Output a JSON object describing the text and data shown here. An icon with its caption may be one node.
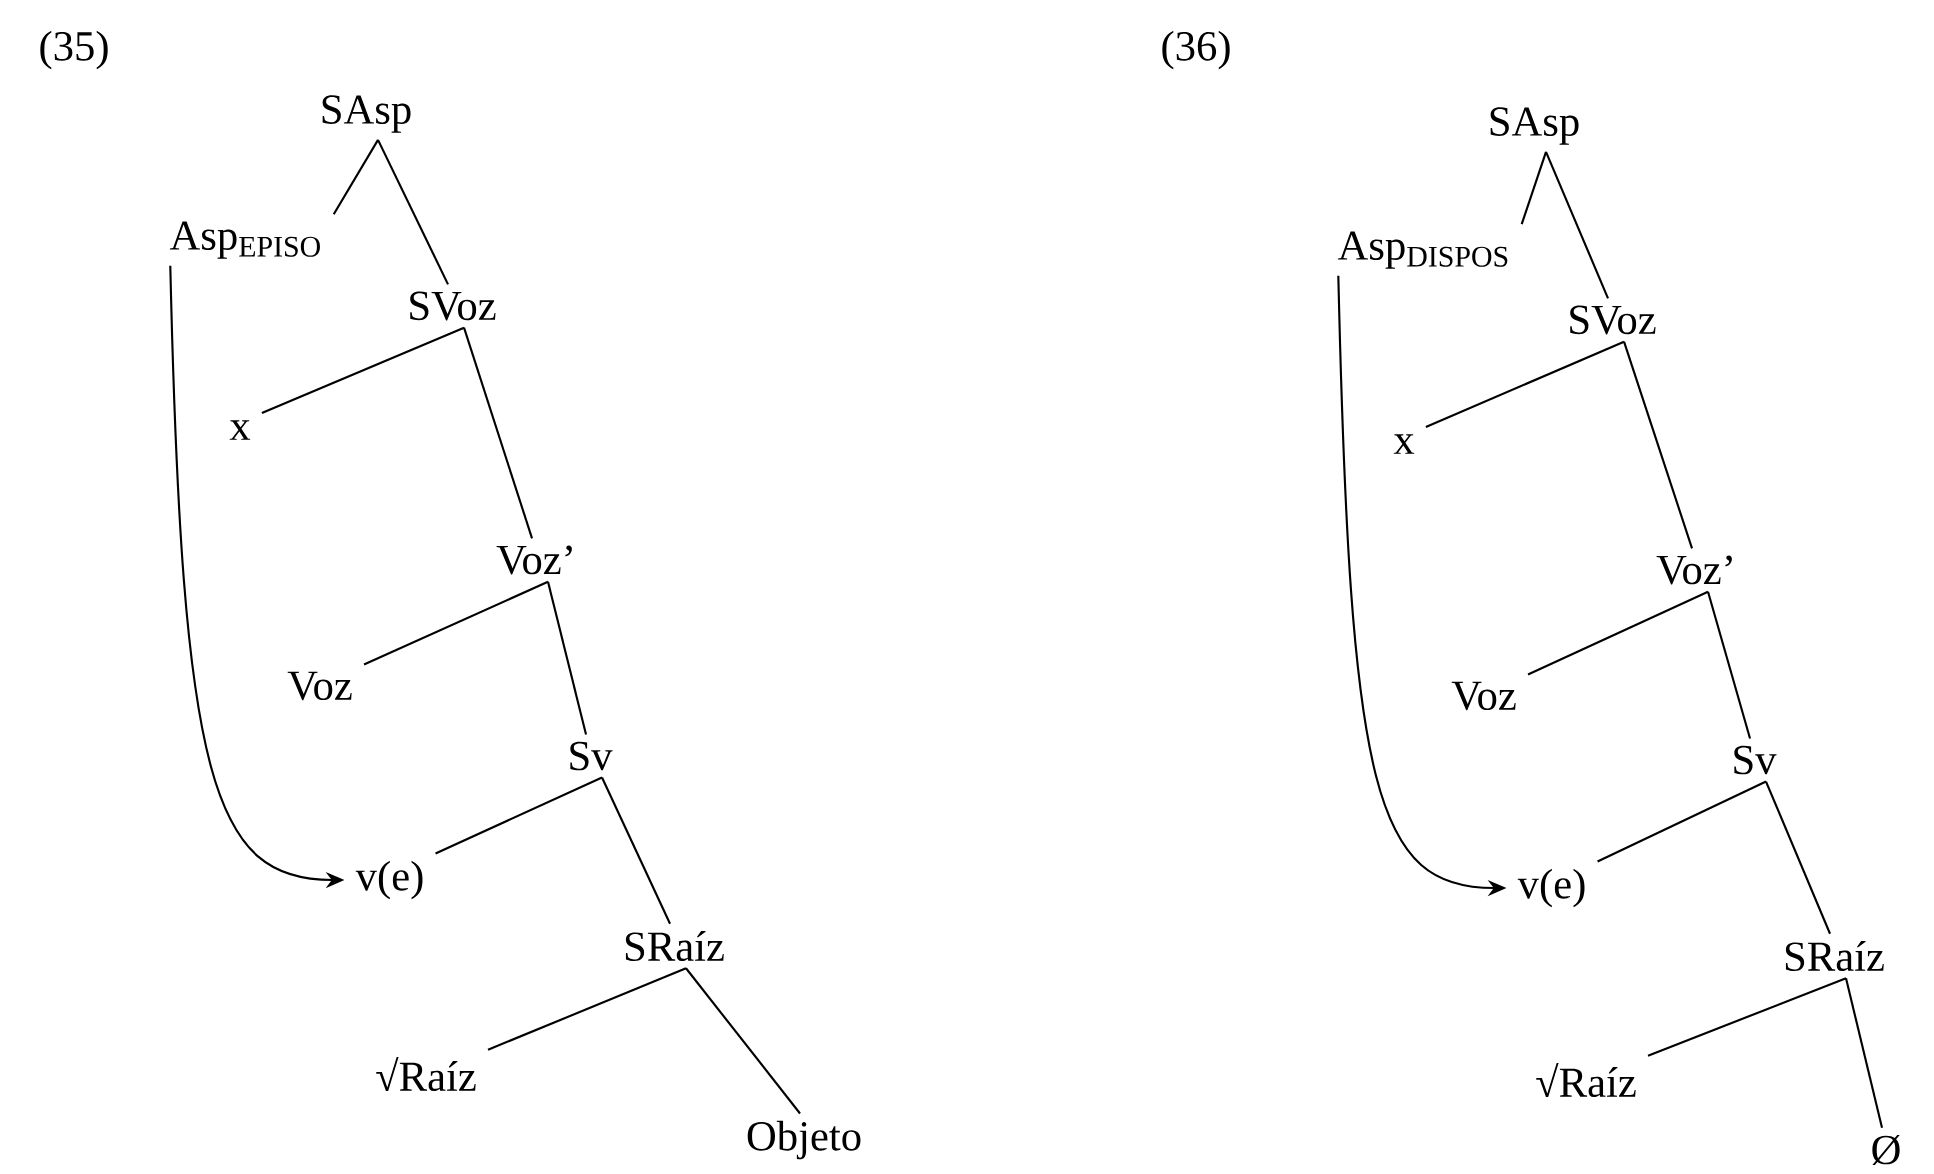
{
  "diagram": {
    "nodes": [
      {
        "text": [
          "SAsp"
        ]
      },
      {
        "text": [
          "Asp$_{EPISO}$"
        ]
      },
      {
        "text": [
          "SVoz"
        ]
      },
      {
        "text": [
          "x"
        ]
      },
      {
        "text": [
          "Voz’"
        ]
      },
      {
        "text": [
          "Voz"
        ]
      },
      {
        "text": [
          "Sv"
        ]
      },
      {
        "text": [
          "v(e)"
        ]
      },
      {
        "text": [
          "SRaíz"
        ]
      },
      {
        "text": [
          "√Raíz"
        ]
      },
      {
        "text": [
          "Objeto"
        ]
      },
      {
        "text": [
          "SAsp"
        ]
      },
      {
        "text": [
          "Asp$_{DISPOS}$"
        ]
      },
      {
        "text": [
          "SVoz"
        ]
      },
      {
        "text": [
          "x"
        ]
      },
      {
        "text": [
          "Voz’"
        ]
      },
      {
        "text": [
          "Voz"
        ]
      },
      {
        "text": [
          "Sv"
        ]
      },
      {
        "text": [
          "v(e)"
        ]
      },
      {
        "text": [
          "SRaíz"
        ]
      },
      {
        "text": [
          "√Raíz"
        ]
      },
      {
        "text": [
          "Ø"
        ]
      }
    ],
    "edges": [
      {
        "from": 0,
        "to": 1,
        "arrow": "none"
      },
      {
        "from": 0,
        "to": 2,
        "arrow": "none"
      },
      {
        "from": 2,
        "to": 3,
        "arrow": "none"
      },
      {
        "from": 2,
        "to": 4,
        "arrow": "none"
      },
      {
        "from": 4,
        "to": 5,
        "arrow": "none"
      },
      {
        "from": 4,
        "to": 6,
        "arrow": "none"
      },
      {
        "from": 6,
        "to": 7,
        "arrow": "none"
      },
      {
        "from": 6,
        "to": 8,
        "arrow": "none"
      },
      {
        "from": 8,
        "to": 9,
        "arrow": "none"
      },
      {
        "from": 8,
        "to": 10,
        "arrow": "none"
      },
      {
        "from": 1,
        "to": 7,
        "arrow": "to"
      },
      {
        "from": 11,
        "to": 12,
        "arrow": "none"
      },
      {
        "from": 11,
        "to": 13,
        "arrow": "none"
      },
      {
        "from": 13,
        "to": 14,
        "arrow": "none"
      },
      {
        "from": 13,
        "to": 15,
        "arrow": "none"
      },
      {
        "from": 15,
        "to": 16,
        "arrow": "none"
      },
      {
        "from": 15,
        "to": 17,
        "arrow": "none"
      },
      {
        "from": 17,
        "to": 18,
        "arrow": "none"
      },
      {
        "from": 17,
        "to": 19,
        "arrow": "none"
      },
      {
        "from": 19,
        "to": 20,
        "arrow": "none"
      },
      {
        "from": 19,
        "to": 21,
        "arrow": "none"
      },
      {
        "from": 12,
        "to": 18,
        "arrow": "to"
      }
    ],
    "labels": [
      "(35)",
      "(36)"
    ]
  }
}
